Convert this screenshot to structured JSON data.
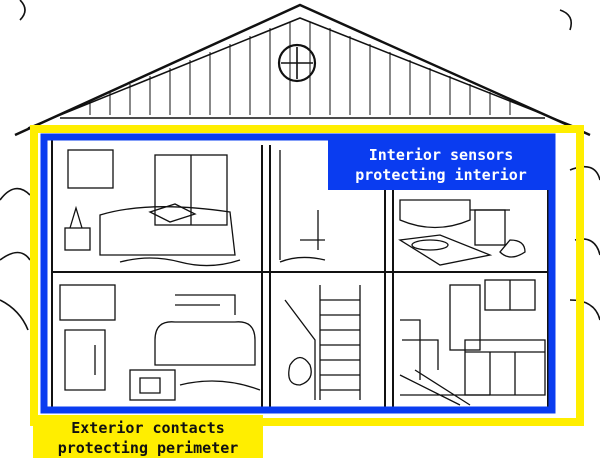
{
  "labels": {
    "interior": {
      "line1": "Interior sensors",
      "line2": "protecting interior"
    },
    "exterior": {
      "line1": "Exterior contacts",
      "line2": "protecting perimeter"
    }
  },
  "colors": {
    "exterior_frame": "#ffee00",
    "interior_frame": "#0a3cf0",
    "line_art": "#111111"
  }
}
